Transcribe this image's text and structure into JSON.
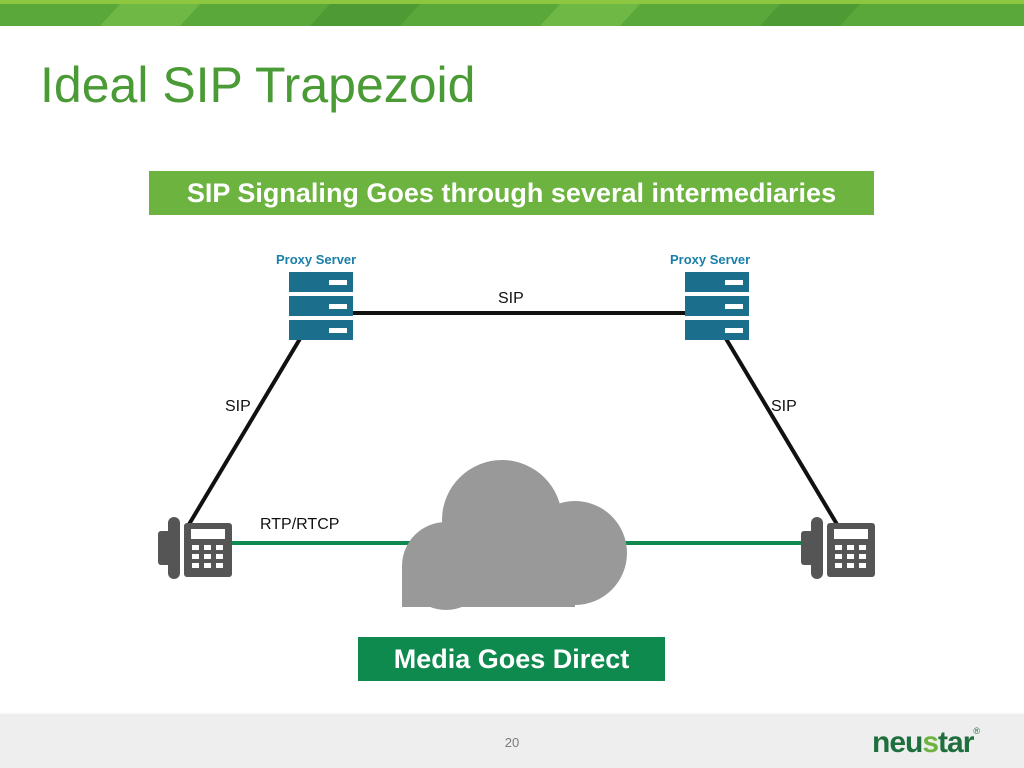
{
  "slide": {
    "title": "Ideal SIP Trapezoid",
    "page_number": "20"
  },
  "banners": {
    "signaling": "SIP Signaling Goes through several intermediaries",
    "media": "Media Goes Direct"
  },
  "diagram": {
    "proxy_left_label": "Proxy Server",
    "proxy_right_label": "Proxy Server",
    "link_top": "SIP",
    "link_left": "SIP",
    "link_right": "SIP",
    "link_media": "RTP/RTCP",
    "nodes": [
      {
        "name": "proxy-server-left",
        "icon": "server-icon"
      },
      {
        "name": "proxy-server-right",
        "icon": "server-icon"
      },
      {
        "name": "phone-left",
        "icon": "desk-phone-icon"
      },
      {
        "name": "phone-right",
        "icon": "desk-phone-icon"
      },
      {
        "name": "internet-cloud",
        "icon": "cloud-icon"
      }
    ],
    "colors": {
      "signaling_line": "#111111",
      "media_line": "#0e8a4f",
      "server": "#1b6f8c",
      "phone": "#555555",
      "cloud": "#999999"
    }
  },
  "branding": {
    "logo_pre": "neu",
    "logo_s": "s",
    "logo_post": "tar",
    "logo_mark": "®",
    "title_color": "#4a9a35",
    "band_green": "#3f9a2e",
    "band_light_green": "#6cb33f"
  }
}
